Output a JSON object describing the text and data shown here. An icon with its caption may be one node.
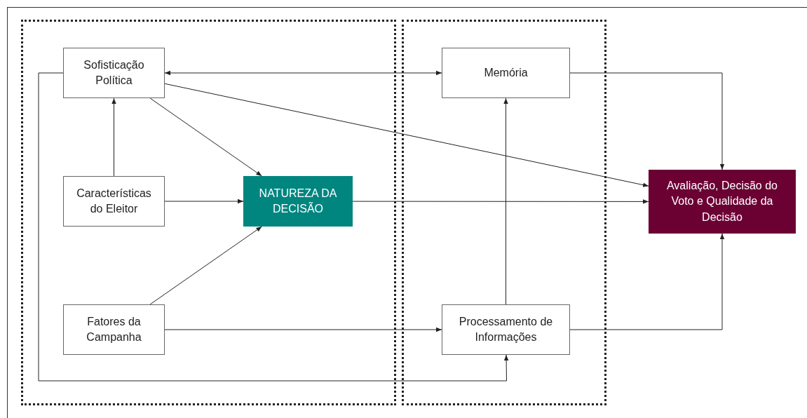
{
  "diagram": {
    "nodes": [
      {
        "text": [],
        "shape": "box"
      },
      {
        "text": [
          "Sofisticação Política"
        ],
        "in": 0
      },
      {
        "text": [
          "Características do Eleitor"
        ],
        "in": 0
      },
      {
        "text": [
          "Fatores da Campanha"
        ],
        "in": 0
      },
      {
        "text": [
          "NATUREZA DA DECISÃO"
        ],
        "in": 0
      },
      {
        "text": [],
        "shape": "box"
      },
      {
        "text": [
          "Memória"
        ],
        "in": 5
      },
      {
        "text": [
          "Processamento de Informações"
        ],
        "in": 5
      },
      {
        "text": [
          "Avaliação, Decisão do Voto e Qualidade da Decisão"
        ]
      }
    ],
    "edges": [
      {
        "from": 1,
        "to": 6,
        "arrow": "both"
      },
      {
        "from": 2,
        "to": 1,
        "arrow": "to"
      },
      {
        "from": 1,
        "to": 4,
        "arrow": "to"
      },
      {
        "from": 2,
        "to": 4,
        "arrow": "to"
      },
      {
        "from": 3,
        "to": 4,
        "arrow": "to"
      },
      {
        "from": 1,
        "to": 8,
        "arrow": "to"
      },
      {
        "from": 4,
        "to": 8,
        "arrow": "to"
      },
      {
        "from": 6,
        "to": 8,
        "arrow": "to"
      },
      {
        "from": 7,
        "to": 8,
        "arrow": "to"
      },
      {
        "from": 7,
        "to": 6,
        "arrow": "to"
      },
      {
        "from": 3,
        "to": 7,
        "arrow": "to"
      },
      {
        "from": 1,
        "to": 7,
        "arrow": "to"
      }
    ]
  }
}
